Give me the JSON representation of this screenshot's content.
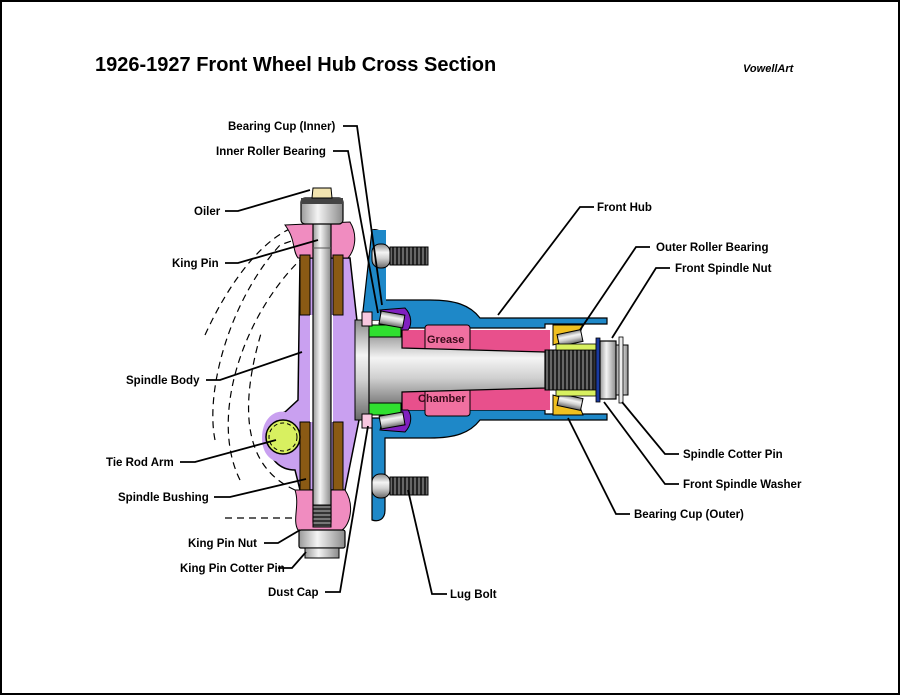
{
  "title": "1926-1927 Front Wheel Hub Cross Section",
  "credit": "VowellArt",
  "labels": {
    "bearing_cup_inner": "Bearing Cup (Inner)",
    "inner_roller_bearing": "Inner Roller Bearing",
    "oiler": "Oiler",
    "king_pin": "King Pin",
    "spindle_body": "Spindle Body",
    "tie_rod_arm": "Tie Rod Arm",
    "spindle_bushing": "Spindle Bushing",
    "king_pin_nut": "King Pin Nut",
    "king_pin_cotter_pin": "King Pin Cotter Pin",
    "dust_cap": "Dust Cap",
    "lug_bolt": "Lug Bolt",
    "front_hub": "Front Hub",
    "outer_roller_bearing": "Outer Roller Bearing",
    "front_spindle_nut": "Front Spindle Nut",
    "spindle_cotter_pin": "Spindle Cotter Pin",
    "front_spindle_washer": "Front Spindle Washer",
    "bearing_cup_outer": "Bearing Cup (Outer)"
  },
  "inline_labels": {
    "grease": "Grease",
    "chamber": "Chamber"
  },
  "colors": {
    "hub": "#1e88c8",
    "spindle_body": "#c9a0f0",
    "king_pin_boss": "#f08cc0",
    "bushing": "#8a5a14",
    "grease": "#e8508c",
    "tie_rod": "#d8f060",
    "bearing_race_inner": "#30e030",
    "bearing_cup_inner": "#8020c0",
    "bearing_cup_outer": "#f0c020",
    "steel": "#c8c8c8"
  }
}
